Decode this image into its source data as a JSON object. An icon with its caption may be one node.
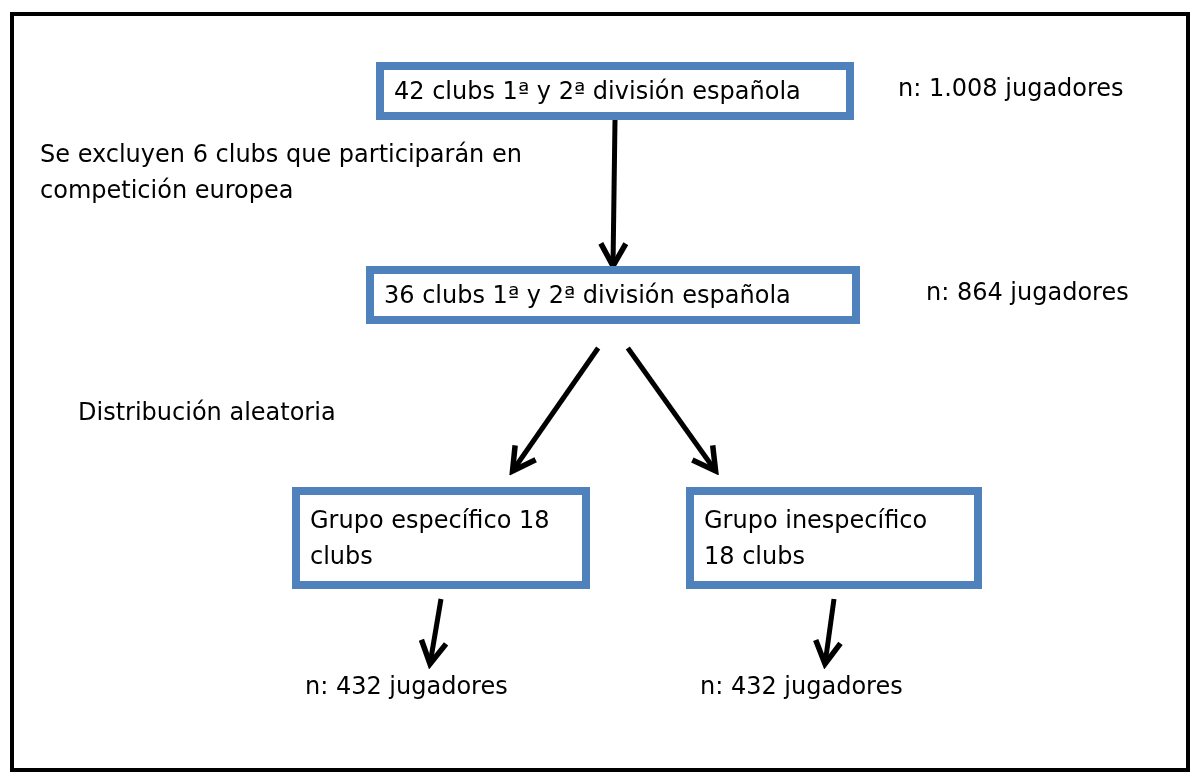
{
  "diagram": {
    "nodes": [
      {
        "text": [
          "42 clubs 1ª y 2ª división española"
        ],
        "beside": [
          "n: 1.008 jugadores"
        ]
      },
      {
        "text": [
          "36 clubs 1ª y 2ª división española"
        ],
        "beside": [
          "n: 864 jugadores"
        ]
      },
      {
        "text": [
          "Grupo específico 18 clubs"
        ]
      },
      {
        "text": [
          "Grupo inespecífico 18 clubs"
        ]
      },
      {
        "text": [
          "n: 432 jugadores"
        ]
      },
      {
        "text": [
          "n: 432 jugadores"
        ]
      }
    ],
    "edges": [
      {
        "from": 0,
        "to": 1,
        "arrow": "to"
      },
      {
        "from": 1,
        "to": 2,
        "arrow": "to"
      },
      {
        "from": 1,
        "to": 3,
        "arrow": "to"
      },
      {
        "from": 2,
        "to": 4,
        "arrow": "to"
      },
      {
        "from": 3,
        "to": 5,
        "arrow": "to"
      }
    ],
    "labels": [
      "Se excluyen 6 clubs que participarán en competición europea",
      "Distribución aleatoria"
    ]
  }
}
